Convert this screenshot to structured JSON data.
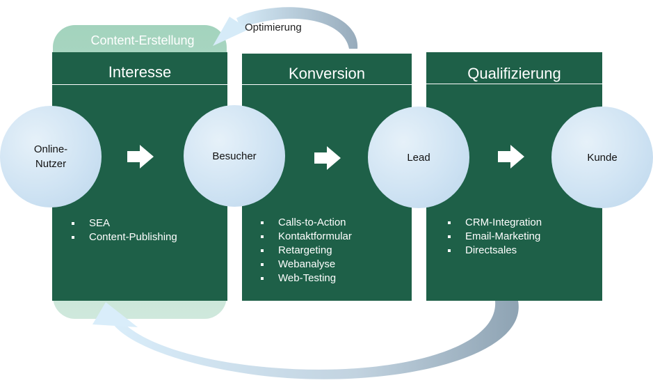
{
  "loop": {
    "top_label": "Content-Erstellung",
    "optimization_label": "Optimierung"
  },
  "stages": [
    {
      "title": "Interesse"
    },
    {
      "title": "Konversion"
    },
    {
      "title": "Qualifizierung"
    }
  ],
  "nodes": [
    {
      "line1": "Online-",
      "line2": "Nutzer"
    },
    {
      "line1": "Besucher",
      "line2": ""
    },
    {
      "line1": "Lead",
      "line2": ""
    },
    {
      "line1": "Kunde",
      "line2": ""
    }
  ],
  "lists": {
    "interesse": [
      "SEA",
      "Content-Publishing"
    ],
    "konversion": [
      "Calls-to-Action",
      "Kontaktformular",
      "Retargeting",
      "Webanalyse",
      "Web-Testing"
    ],
    "qualifizierung": [
      "CRM-Integration",
      "Email-Marketing",
      "Directsales"
    ]
  },
  "colors": {
    "panel": "#1e6048",
    "loop_panel": "#9ccfb8",
    "circle": "#cfe3f3"
  },
  "icons": {
    "flow": "right-arrow-icon",
    "loop": "curved-arrow-icon"
  }
}
